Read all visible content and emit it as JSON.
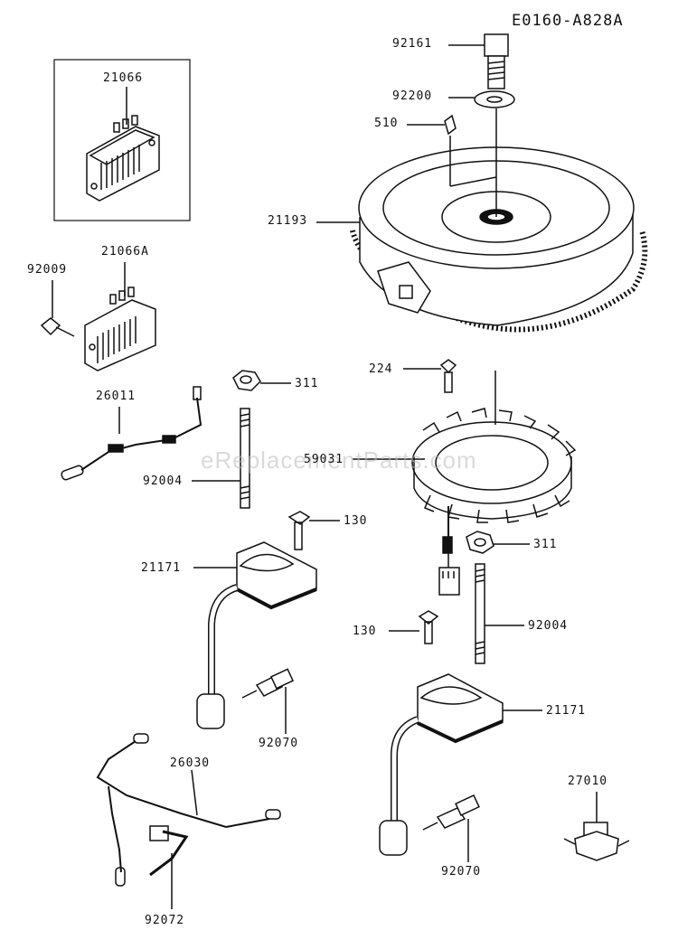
{
  "diagram_code": "E0160-A828A",
  "watermark": "eReplacementParts.com",
  "parts": {
    "p92161": "92161",
    "p92200": "92200",
    "p510": "510",
    "p21193": "21193",
    "p21066": "21066",
    "p21066A": "21066A",
    "p92009": "92009",
    "p26011": "26011",
    "p311a": "311",
    "p92004a": "92004",
    "p224": "224",
    "p59031": "59031",
    "p130a": "130",
    "p21171a": "21171",
    "p311b": "311",
    "p130b": "130",
    "p92004b": "92004",
    "p92070a": "92070",
    "p21171b": "21171",
    "p26030": "26030",
    "p27010": "27010",
    "p92070b": "92070",
    "p92072": "92072"
  }
}
